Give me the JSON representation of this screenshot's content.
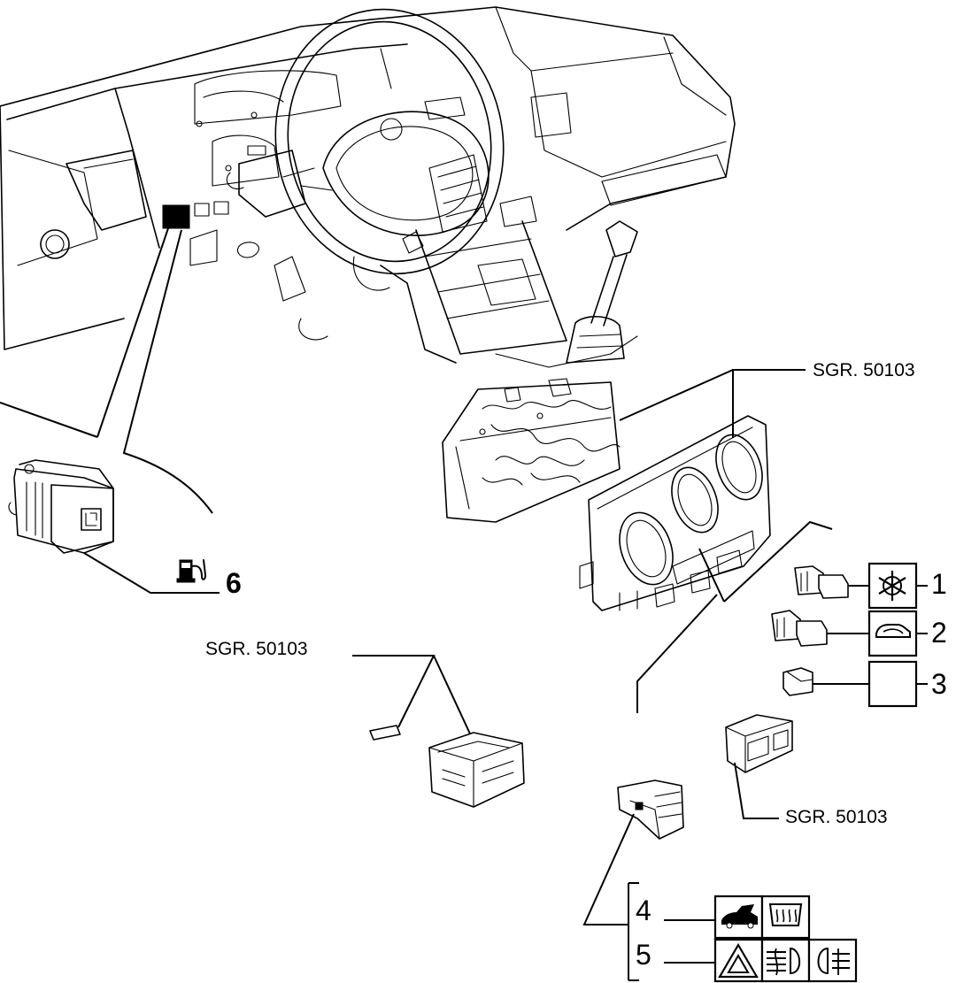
{
  "references": {
    "top_right": "SGR. 50103",
    "middle_left": "SGR. 50103",
    "bottom_right": "SGR. 50103"
  },
  "callouts": [
    {
      "number": "1",
      "symbol": "snowflake-icon"
    },
    {
      "number": "2",
      "symbol": "car-recirculation-icon"
    },
    {
      "number": "3",
      "symbol": "blank"
    },
    {
      "number": "4",
      "symbol": "car-trunk-icon, rear-defrost-icon"
    },
    {
      "number": "5",
      "symbol": "hazard-triangle-icon, front-fog-light-icon, rear-fog-light-icon"
    },
    {
      "number": "6",
      "symbol": "fuel-pump-icon"
    }
  ],
  "colors": {
    "line": "#000000",
    "background": "#ffffff"
  }
}
